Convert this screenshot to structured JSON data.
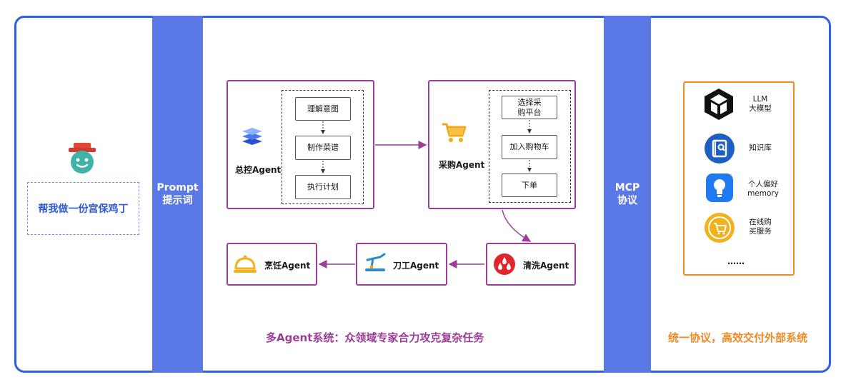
{
  "user": {
    "request": "帮我做一份宫保鸡丁"
  },
  "prompt_band": {
    "line1": "Prompt",
    "line2": "提示词"
  },
  "mcp_band": {
    "line1": "MCP",
    "line2": "协议"
  },
  "master_agent": {
    "label": "总控Agent",
    "steps": [
      "理解意图",
      "制作菜谱",
      "执行计划"
    ]
  },
  "purchase_agent": {
    "label": "采购Agent",
    "steps": [
      "选择采\n购平台",
      "加入购物车",
      "下单"
    ]
  },
  "bottom_agents": {
    "cook": "烹饪Agent",
    "knife": "刀工Agent",
    "wash": "清洗Agent"
  },
  "multi_agent_caption": "多Agent系统：众领域专家合力攻克复杂任务",
  "mcp_resources": {
    "items": [
      {
        "label": "LLM\n大模型",
        "icon": "cube-logo-icon"
      },
      {
        "label": "知识库",
        "icon": "knowledge-book-icon"
      },
      {
        "label": "个人偏好\nmemory",
        "icon": "lightbulb-icon"
      },
      {
        "label": "在线购\n买服务",
        "icon": "shopping-cart-icon"
      }
    ],
    "ellipsis": "……"
  },
  "mcp_caption": "统一协议，高效交付外部系统",
  "colors": {
    "frame": "#2f5fe3",
    "band": "#5b79e6",
    "agent_border": "#9d3d9a",
    "mcp_border": "#f08a24",
    "caption_purple": "#9d3d9a",
    "caption_orange": "#f08a24"
  }
}
